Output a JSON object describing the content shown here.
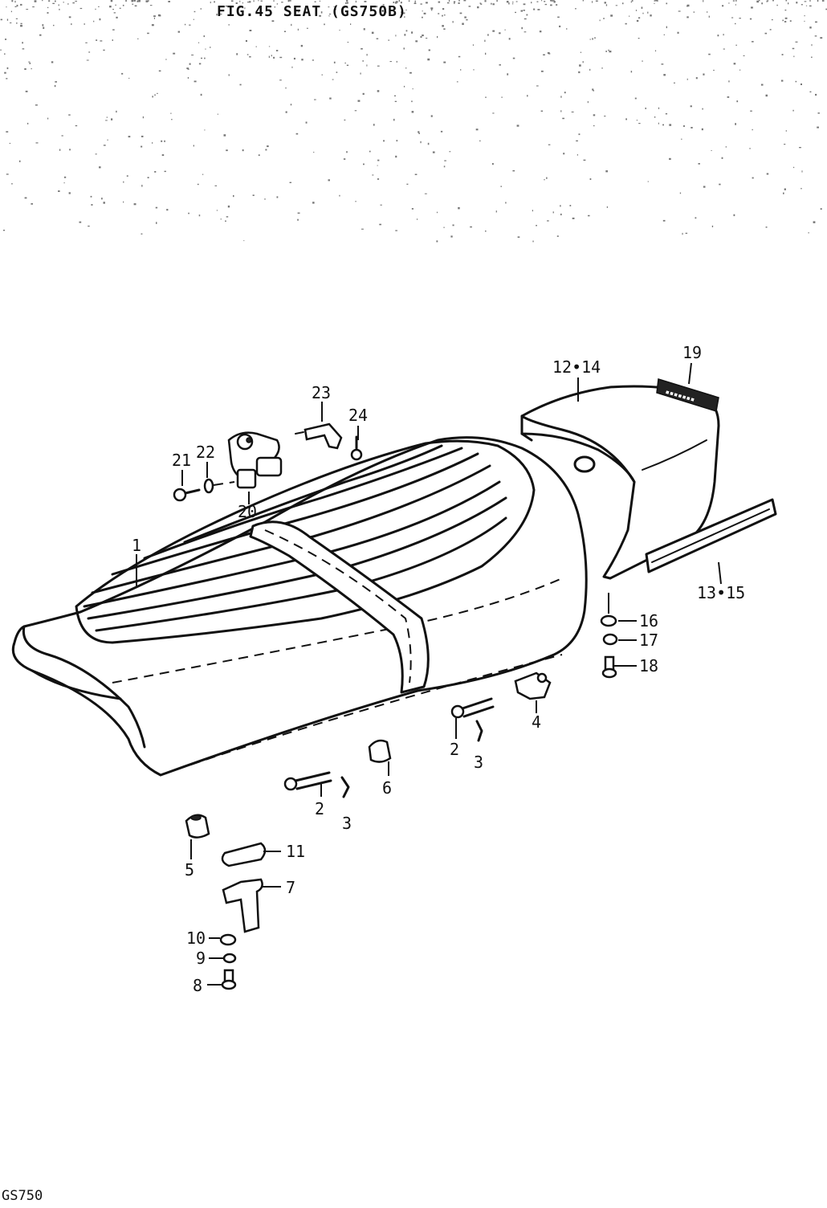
{
  "figure_title": "FIG.45 SEAT (GS750B)",
  "footer_model": "GS750",
  "callouts": [
    {
      "id": "c1",
      "label": "1"
    },
    {
      "id": "c2a",
      "label": "2"
    },
    {
      "id": "c3a",
      "label": "3"
    },
    {
      "id": "c2b",
      "label": "2"
    },
    {
      "id": "c3b",
      "label": "3"
    },
    {
      "id": "c4",
      "label": "4"
    },
    {
      "id": "c5",
      "label": "5"
    },
    {
      "id": "c6",
      "label": "6"
    },
    {
      "id": "c7",
      "label": "7"
    },
    {
      "id": "c8",
      "label": "8"
    },
    {
      "id": "c9",
      "label": "9"
    },
    {
      "id": "c10",
      "label": "10"
    },
    {
      "id": "c11",
      "label": "11"
    },
    {
      "id": "c12",
      "label": "12•14"
    },
    {
      "id": "c13",
      "label": "13•15"
    },
    {
      "id": "c16",
      "label": "16"
    },
    {
      "id": "c17",
      "label": "17"
    },
    {
      "id": "c18",
      "label": "18"
    },
    {
      "id": "c19",
      "label": "19"
    },
    {
      "id": "c20",
      "label": "20"
    },
    {
      "id": "c21",
      "label": "21"
    },
    {
      "id": "c22",
      "label": "22"
    },
    {
      "id": "c23",
      "label": "23"
    },
    {
      "id": "c24",
      "label": "24"
    }
  ]
}
